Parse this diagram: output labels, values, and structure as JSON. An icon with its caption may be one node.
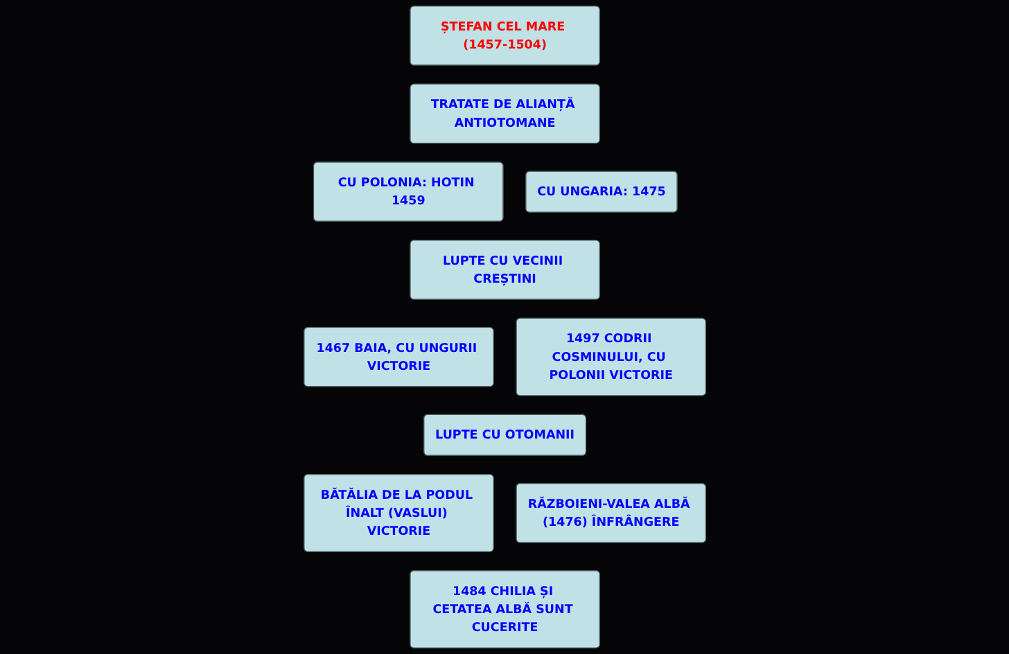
{
  "diagram": {
    "nodes": [
      {
        "text": [
          "ȘTEFAN CEL MARE (1457-1504)"
        ]
      },
      {
        "text": [
          "TRATATE DE ALIANȚĂ ANTIOTOMANE"
        ]
      },
      {
        "text": [
          "CU POLONIA: HOTIN 1459"
        ]
      },
      {
        "text": [
          "CU UNGARIA: 1475"
        ]
      },
      {
        "text": [
          "LUPTE CU VECINII CREȘTINI"
        ]
      },
      {
        "text": [
          "1467 BAIA, CU UNGURII VICTORIE"
        ]
      },
      {
        "text": [
          "1497 CODRII COSMINULUI, CU POLONII VICTORIE"
        ]
      },
      {
        "text": [
          "LUPTE CU OTOMANII"
        ]
      },
      {
        "text": [
          "BĂTĂLIA DE LA PODUL ÎNALT (VASLUI) VICTORIE"
        ]
      },
      {
        "text": [
          "RĂZBOIENI-VALEA ALBĂ (1476) ÎNFRÂNGERE"
        ]
      },
      {
        "text": [
          "1484 CHILIA ȘI CETATEA ALBĂ SUNT CUCERITE"
        ]
      }
    ]
  }
}
